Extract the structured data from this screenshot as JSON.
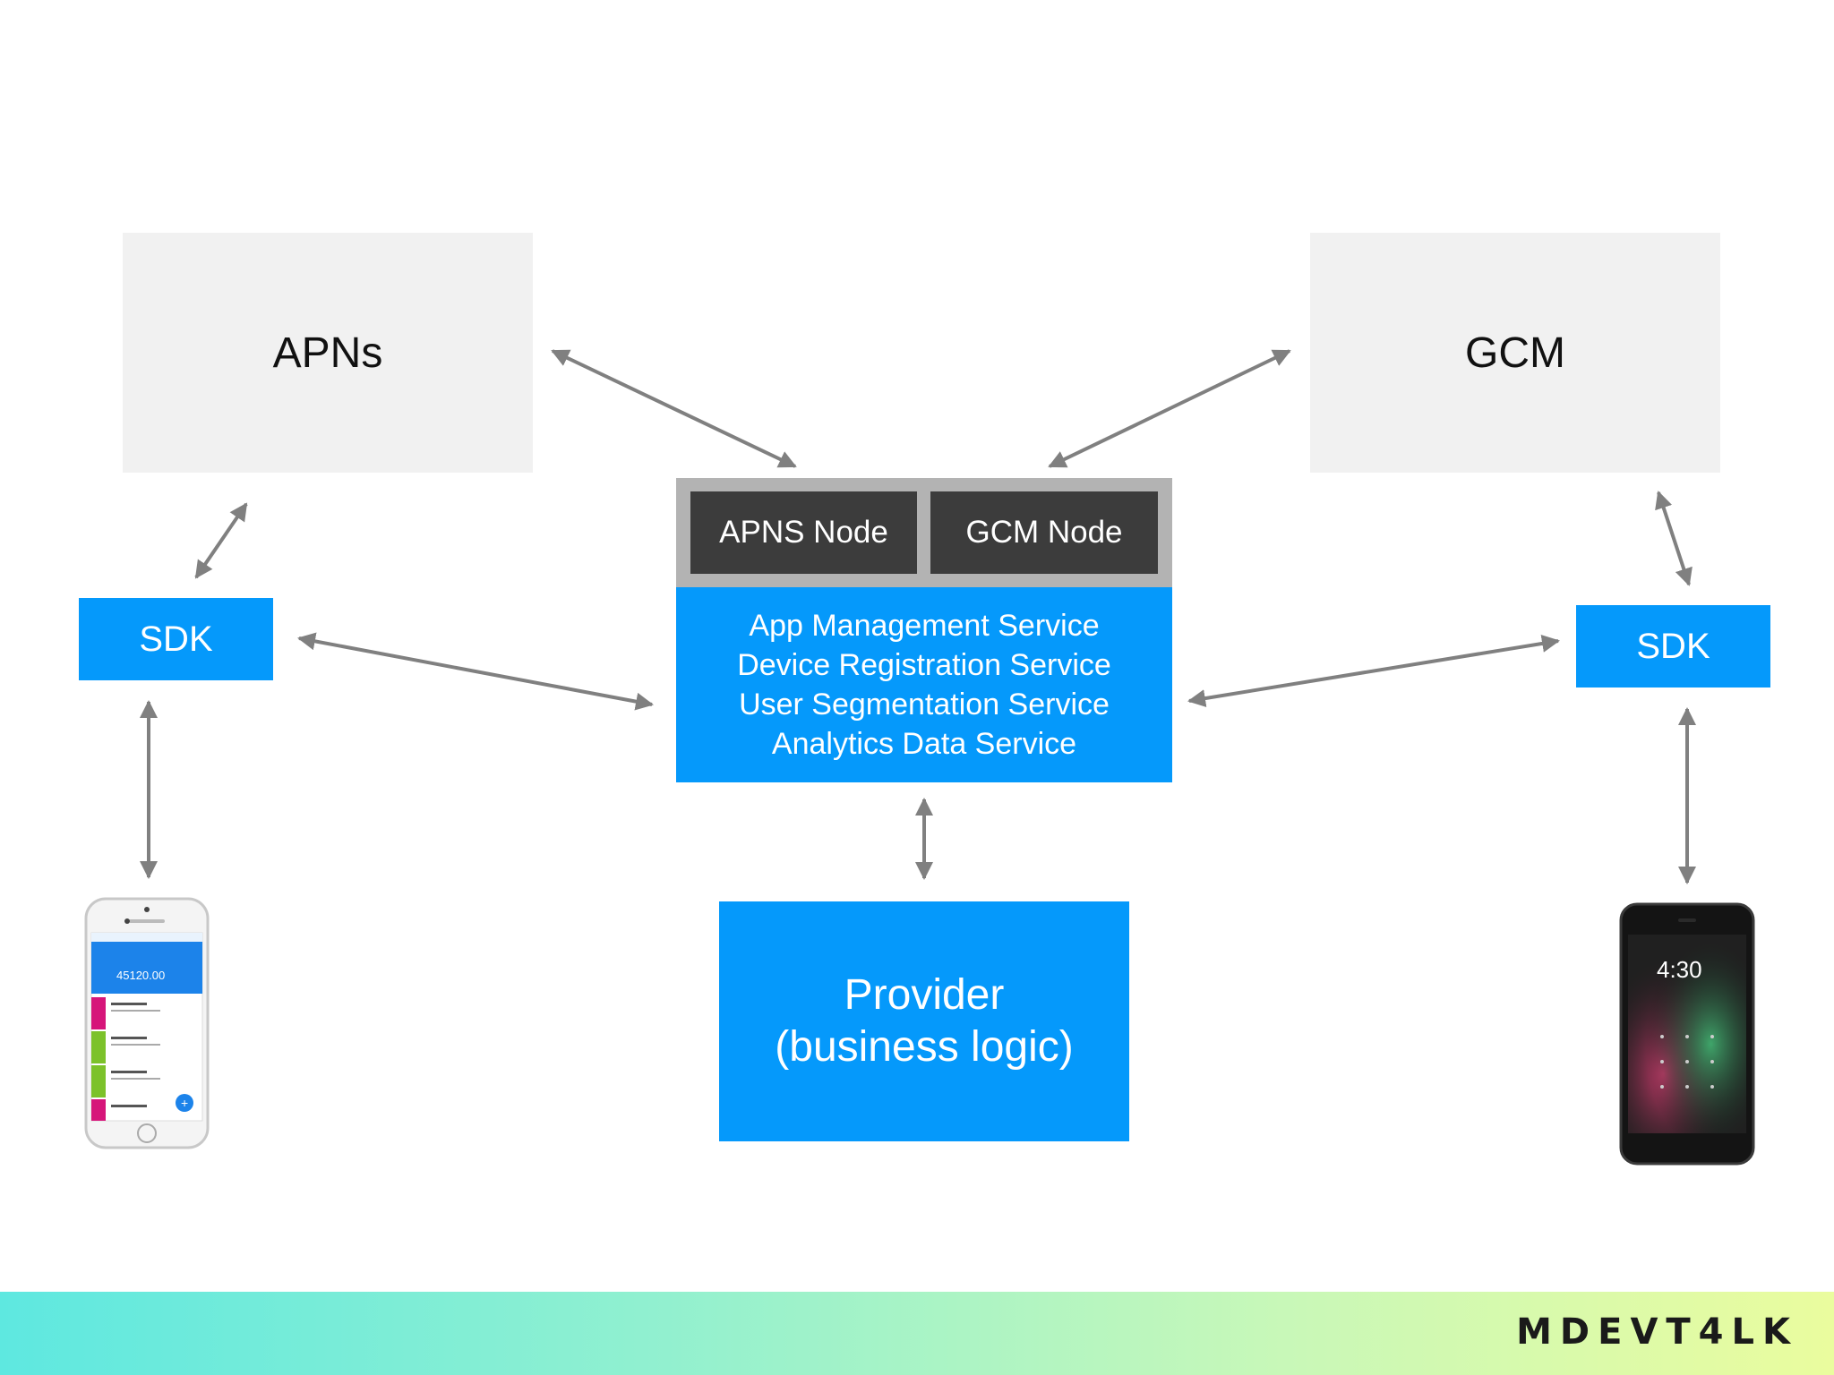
{
  "apns": {
    "label": "APNs"
  },
  "gcm": {
    "label": "GCM"
  },
  "nodes": {
    "apns_node": "APNS Node",
    "gcm_node": "GCM Node"
  },
  "services": [
    "App Management Service",
    "Device Registration Service",
    "User Segmentation Service",
    "Analytics Data Service"
  ],
  "sdk_left": {
    "label": "SDK"
  },
  "sdk_right": {
    "label": "SDK"
  },
  "provider": {
    "line1": "Provider",
    "line2": "(business logic)"
  },
  "iphone_screen": {
    "amount": "45120.00"
  },
  "android_screen": {
    "time": "4:30"
  },
  "footer": {
    "brand": "MDEVT4LK"
  },
  "colors": {
    "service_blue": "#0599fb",
    "node_dark": "#3c3c3c",
    "node_frame": "#b3b3b3",
    "platform_box": "#f1f1f1",
    "arrow": "#808080"
  }
}
